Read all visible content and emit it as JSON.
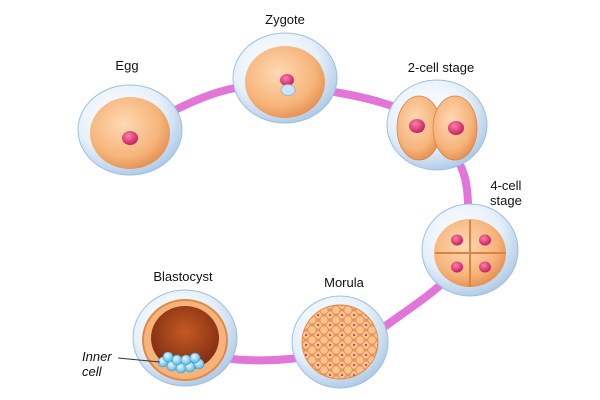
{
  "stages": {
    "egg": "Egg",
    "zygote": "Zygote",
    "two_cell": "2-cell stage",
    "four_cell_line1": "4-cell",
    "four_cell_line2": "stage",
    "morula": "Morula",
    "blastocyst": "Blastocyst"
  },
  "annotation": {
    "inner_cell_line1": "Inner",
    "inner_cell_line2": "cell"
  },
  "colors": {
    "path": "#e276d8",
    "cell_fill": "#f6b47a",
    "nucleus": "#d6336c",
    "zona": "#cfe2f3",
    "blastocoel": "#9a3a1a",
    "inner_cell_mass": "#7cc8ee"
  }
}
